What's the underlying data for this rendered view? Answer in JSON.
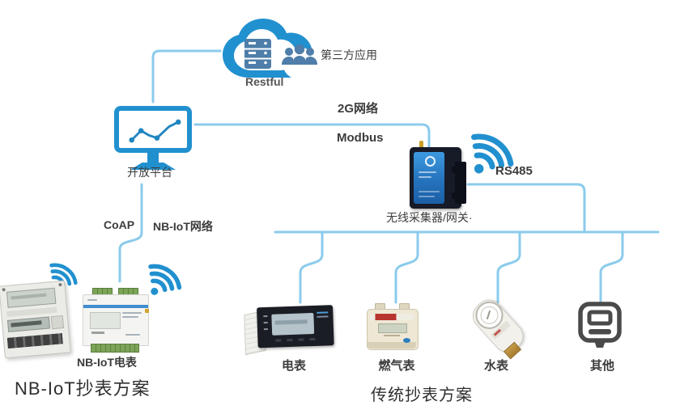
{
  "colors": {
    "icon-blue": "#2190cf",
    "line-blue": "#8bcbec",
    "steel-blue": "#4e7ea9",
    "text-dark": "#3c3c3c",
    "panel-blue": "#2b7fc9",
    "terminal-green": "#7ca457"
  },
  "cloud": {
    "app_label": "第三方应用",
    "api_label": "Restful"
  },
  "platform": {
    "label": "开放平台"
  },
  "gateway": {
    "label": "无线采集器/网关·"
  },
  "links": {
    "network_2g": "2G网络",
    "modbus": "Modbus",
    "coap": "CoAP",
    "nbiot_network": "NB-IoT网络",
    "rs485": "RS485"
  },
  "nbiot_section": {
    "meter_label": "NB-IoT电表",
    "title": "NB-IoT抄表方案"
  },
  "traditional_section": {
    "title": "传统抄表方案",
    "devices": [
      {
        "label": "电表"
      },
      {
        "label": "燃气表"
      },
      {
        "label": "水表"
      },
      {
        "label": "其他"
      }
    ]
  },
  "icons": {
    "cloud": "cloud-with-server-and-users",
    "platform": "monitor-line-chart",
    "gateway": "wireless-dtu-box",
    "wifi": "wifi-signal-arcs",
    "other_device": "generic-meter-outline"
  }
}
